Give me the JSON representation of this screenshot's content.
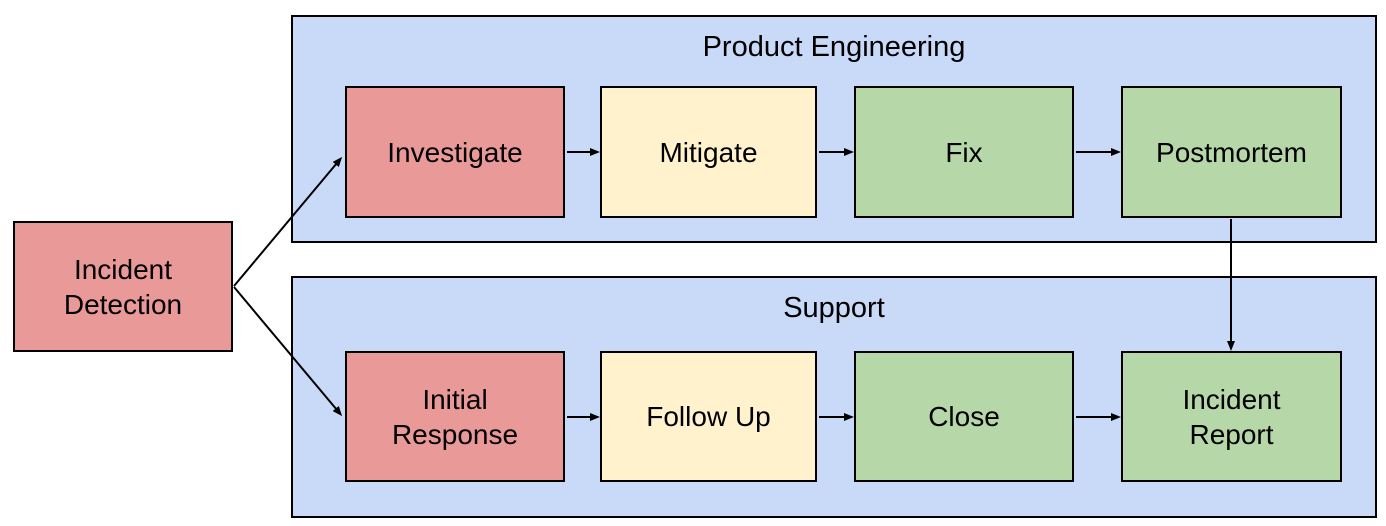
{
  "colors": {
    "lane_fill": "#C9DAF8",
    "node_red": "#EA9999",
    "node_yellow": "#FFF2CC",
    "node_green": "#B6D7A8",
    "border": "#000000",
    "text": "#000000",
    "background": "#FFFFFF"
  },
  "lanes": {
    "product_engineering": {
      "title": "Product Engineering"
    },
    "support": {
      "title": "Support"
    }
  },
  "nodes": {
    "incident_detection": {
      "label": "Incident Detection",
      "color": "red"
    },
    "investigate": {
      "label": "Investigate",
      "color": "red"
    },
    "mitigate": {
      "label": "Mitigate",
      "color": "yellow"
    },
    "fix": {
      "label": "Fix",
      "color": "green"
    },
    "postmortem": {
      "label": "Postmortem",
      "color": "green"
    },
    "initial_response": {
      "label": "Initial Response",
      "color": "red"
    },
    "follow_up": {
      "label": "Follow Up",
      "color": "yellow"
    },
    "close": {
      "label": "Close",
      "color": "green"
    },
    "incident_report": {
      "label": "Incident Report",
      "color": "green"
    }
  },
  "edges": [
    {
      "from": "incident_detection",
      "to": "investigate"
    },
    {
      "from": "incident_detection",
      "to": "initial_response"
    },
    {
      "from": "investigate",
      "to": "mitigate"
    },
    {
      "from": "mitigate",
      "to": "fix"
    },
    {
      "from": "fix",
      "to": "postmortem"
    },
    {
      "from": "postmortem",
      "to": "incident_report"
    },
    {
      "from": "initial_response",
      "to": "follow_up"
    },
    {
      "from": "follow_up",
      "to": "close"
    },
    {
      "from": "close",
      "to": "incident_report"
    }
  ]
}
